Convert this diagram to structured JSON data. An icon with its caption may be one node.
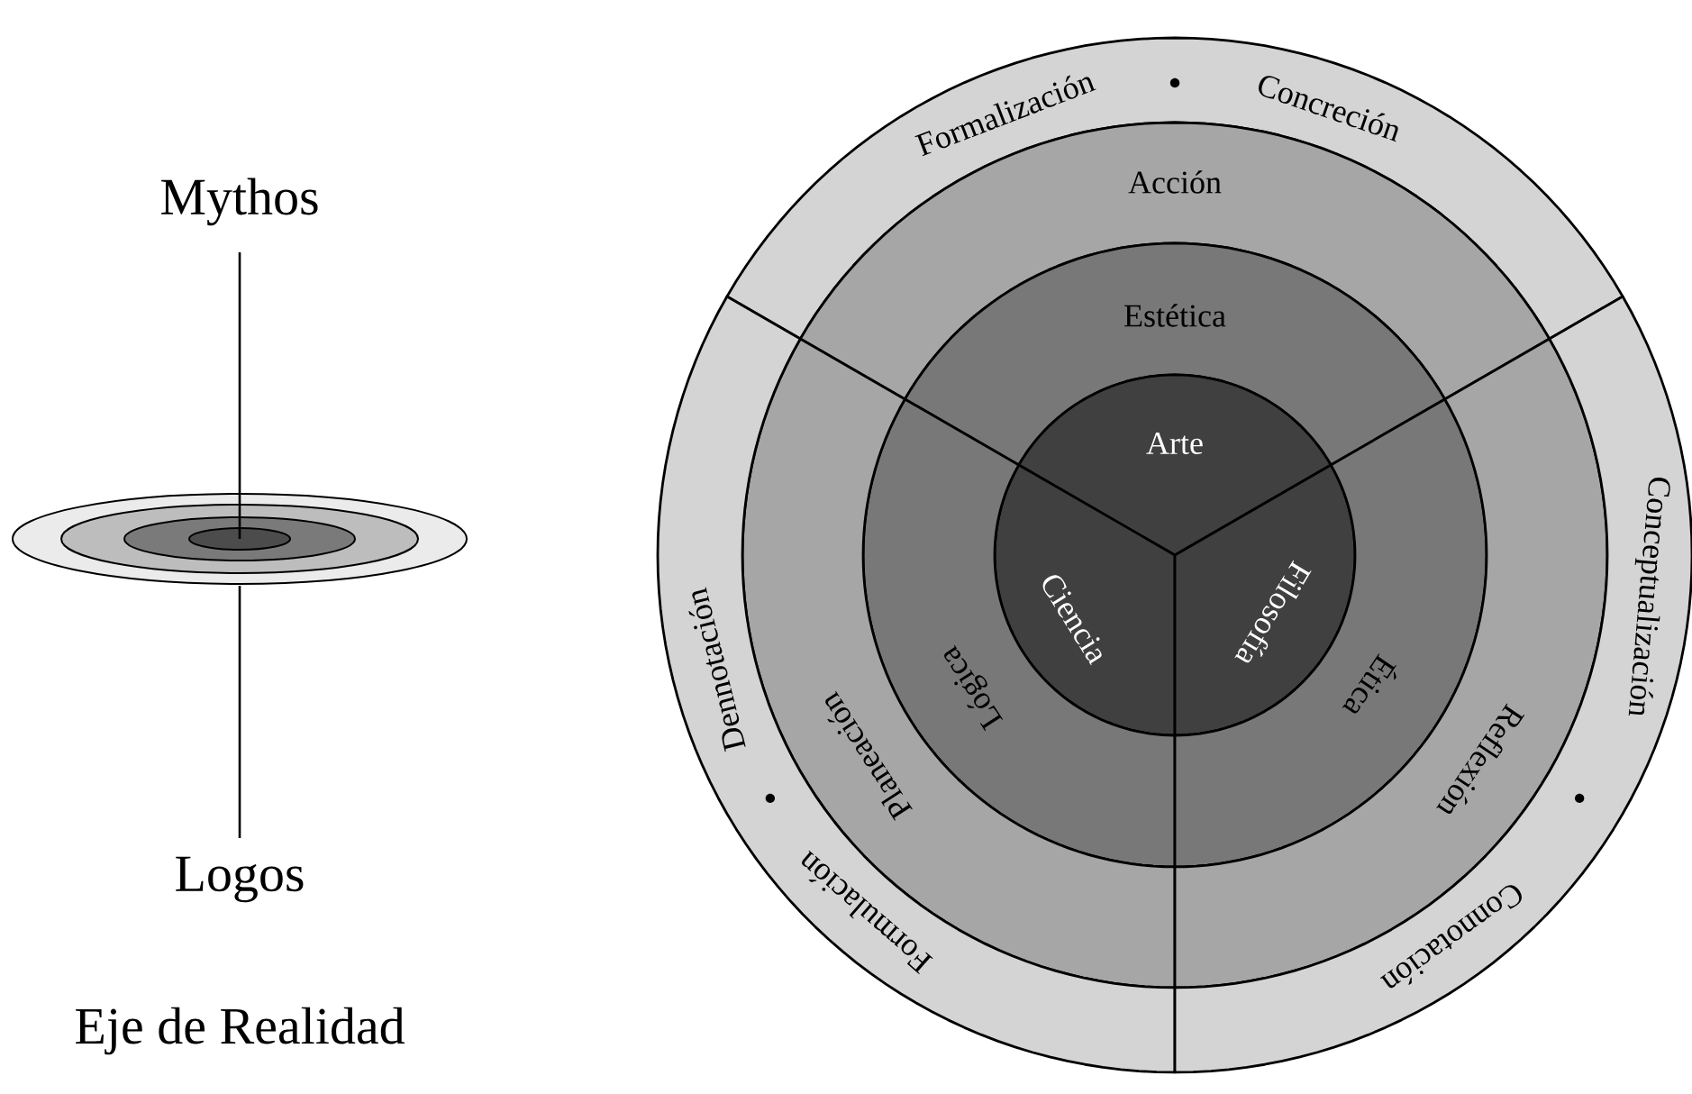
{
  "diagram": {
    "nodes": [
      {
        "text": [
          "Formalización",
          "Concreción"
        ]
      },
      {
        "text": [
          "Acción"
        ]
      },
      {
        "text": [
          "Estética"
        ]
      },
      {
        "text": [
          "Arte"
        ]
      },
      {
        "text": [
          "Ciencia"
        ]
      },
      {
        "text": [
          "Filosofía"
        ]
      },
      {
        "text": [
          "Lógica"
        ]
      },
      {
        "text": [
          "Ética"
        ]
      },
      {
        "text": [
          "Planeación"
        ]
      },
      {
        "text": [
          "Reflexión"
        ]
      },
      {
        "text": [
          "Formulación",
          "Dennotación"
        ]
      },
      {
        "text": [
          "Conceptualización",
          "Connotación"
        ]
      }
    ],
    "labels": [
      "Mythos",
      "Logos",
      "Eje de Realidad"
    ]
  }
}
